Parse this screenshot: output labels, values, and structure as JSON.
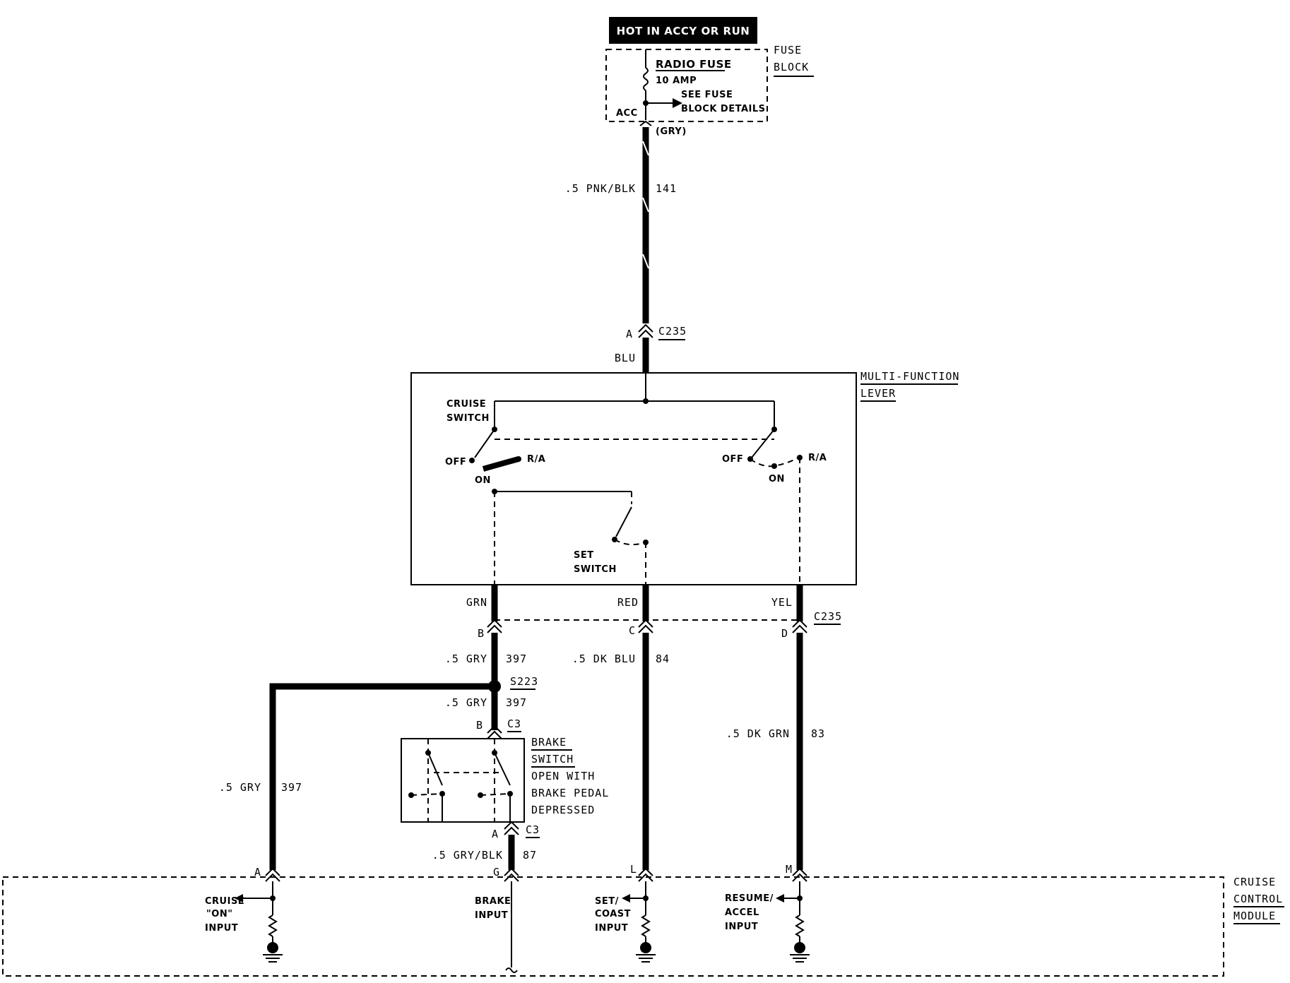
{
  "power": {
    "banner": "HOT IN ACCY OR RUN"
  },
  "fuse_block": {
    "label_line1": "FUSE",
    "label_line2": "BLOCK",
    "fuse_name": "RADIO FUSE",
    "fuse_rating": "10 AMP",
    "see_line1": "SEE FUSE",
    "see_line2": "BLOCK DETAILS",
    "acc": "ACC",
    "terminal_color": "(GRY)"
  },
  "wires": {
    "main_feed": {
      "gauge_color": ".5 PNK/BLK",
      "circuit": "141"
    },
    "lever_input_color": "BLU",
    "grn_color": "GRN",
    "red_color": "RED",
    "yel_color": "YEL",
    "gry_b": {
      "gauge_color": ".5 GRY",
      "circuit": "397"
    },
    "gry_b2": {
      "gauge_color": ".5 GRY",
      "circuit": "397"
    },
    "gry_left": {
      "gauge_color": ".5 GRY",
      "circuit": "397"
    },
    "dkblu": {
      "gauge_color": ".5 DK BLU",
      "circuit": "84"
    },
    "dkgrn": {
      "gauge_color": ".5 DK GRN",
      "circuit": "83"
    },
    "grayblk": {
      "gauge_color": ".5 GRY/BLK",
      "circuit": "87"
    }
  },
  "connectors": {
    "c235_top": "C235",
    "c235_top_pin": "A",
    "c235_bottom": "C235",
    "pin_b": "B",
    "pin_c": "C",
    "pin_d": "D",
    "splice": "S223",
    "c3_top": "C3",
    "c3_top_pin": "B",
    "c3_bottom": "C3",
    "c3_bottom_pin": "A"
  },
  "multi_function_lever": {
    "label_line1": "MULTI-FUNCTION",
    "label_line2": "LEVER",
    "cruise_switch_line1": "CRUISE",
    "cruise_switch_line2": "SWITCH",
    "off_left": "OFF",
    "on_left": "ON",
    "ra_left": "R/A",
    "off_right": "OFF",
    "on_right": "ON",
    "ra_right": "R/A",
    "set_switch_line1": "SET",
    "set_switch_line2": "SWITCH"
  },
  "brake_switch": {
    "label_line1": "BRAKE",
    "label_line2": "SWITCH",
    "desc_line1": "OPEN WITH",
    "desc_line2": "BRAKE PEDAL",
    "desc_line3": "DEPRESSED"
  },
  "cruise_control_module": {
    "label_line1": "CRUISE",
    "label_line2": "CONTROL",
    "label_line3": "MODULE",
    "pins": [
      {
        "pin": "A",
        "line1": "CRUISE",
        "line2": "\"ON\"",
        "line3": "INPUT"
      },
      {
        "pin": "G",
        "line1": "BRAKE",
        "line2": "INPUT",
        "line3": ""
      },
      {
        "pin": "L",
        "line1": "SET/",
        "line2": "COAST",
        "line3": "INPUT"
      },
      {
        "pin": "M",
        "line1": "RESUME/",
        "line2": "ACCEL",
        "line3": "INPUT"
      }
    ]
  }
}
